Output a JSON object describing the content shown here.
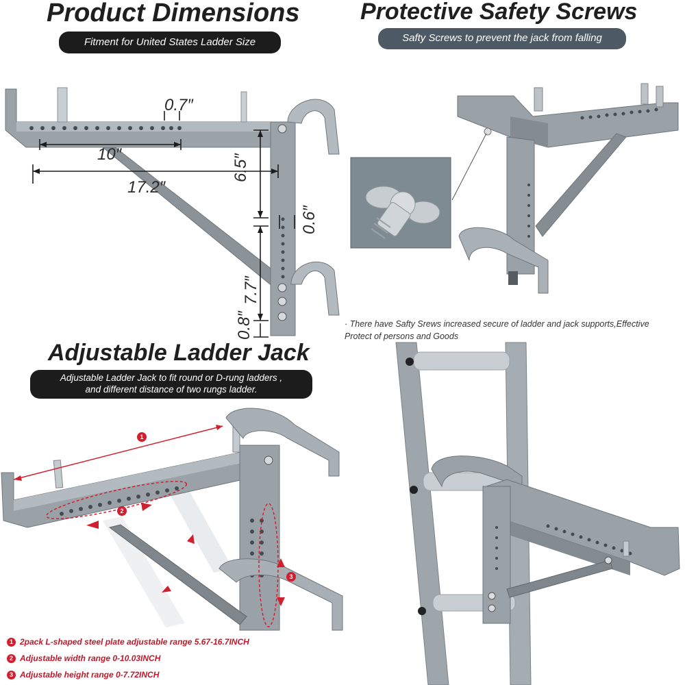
{
  "panel_dimensions": {
    "title": "Product Dimensions",
    "subtitle": "Fitment for United States Ladder Size",
    "labels": {
      "hole_spacing": "0.7″",
      "slot_length": "10″",
      "overall_length": "17.2″",
      "upper_height": "6.5″",
      "hole_gap": "0.6″",
      "lower_height": "7.7″",
      "bottom_offset": "0.8″"
    }
  },
  "panel_safety": {
    "title": "Protective Safety Screws",
    "subtitle": "Safty Screws to prevent the jack from falling",
    "note": "· There have Safty Srews increased secure of ladder and jack supports,Effective Protect of persons and Goods"
  },
  "panel_adjustable": {
    "title": "Adjustable Ladder Jack",
    "subtitle_line1": "Adjustable Ladder Jack to fit round or D-rung ladders ,",
    "subtitle_line2": "and different distance of two rungs ladder.",
    "features": [
      {
        "num": "1",
        "text": "2pack L-shaped steel plate adjustable range 5.67-16.7INCH"
      },
      {
        "num": "2",
        "text": "Adjustable width range 0-10.03INCH"
      },
      {
        "num": "3",
        "text": "Adjustable height range 0-7.72INCH"
      }
    ],
    "callouts": [
      "1",
      "2",
      "3"
    ]
  },
  "colors": {
    "steel": "#9aa2a8",
    "steel_dark": "#6f777d",
    "pill_black": "#1c1c1c",
    "pill_slate": "#4d5965",
    "accent_red": "#d21f2f"
  }
}
